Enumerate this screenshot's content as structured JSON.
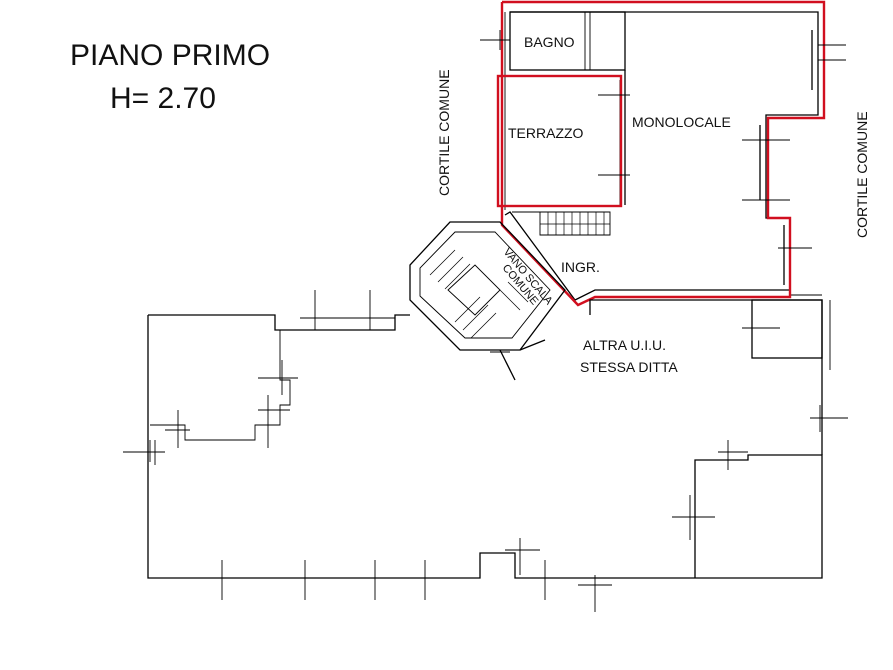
{
  "title": {
    "line1": "PIANO PRIMO",
    "line2": "H= 2.70"
  },
  "labels": {
    "bagno": "BAGNO",
    "terrazzo": "TERRAZZO",
    "monolocale": "MONOLOCALE",
    "ingresso": "INGR.",
    "vano_scala_1": "VANO SCALA",
    "vano_scala_2": "COMUNE",
    "cortile_left": "CORTILE COMUNE",
    "cortile_right": "CORTILE COMUNE",
    "altra_uiu_1": "ALTRA U.I.U.",
    "altra_uiu_2": "STESSA DITTA"
  },
  "colors": {
    "unit_outline": "#d10f1f",
    "walls": "#000000",
    "background": "#ffffff"
  }
}
